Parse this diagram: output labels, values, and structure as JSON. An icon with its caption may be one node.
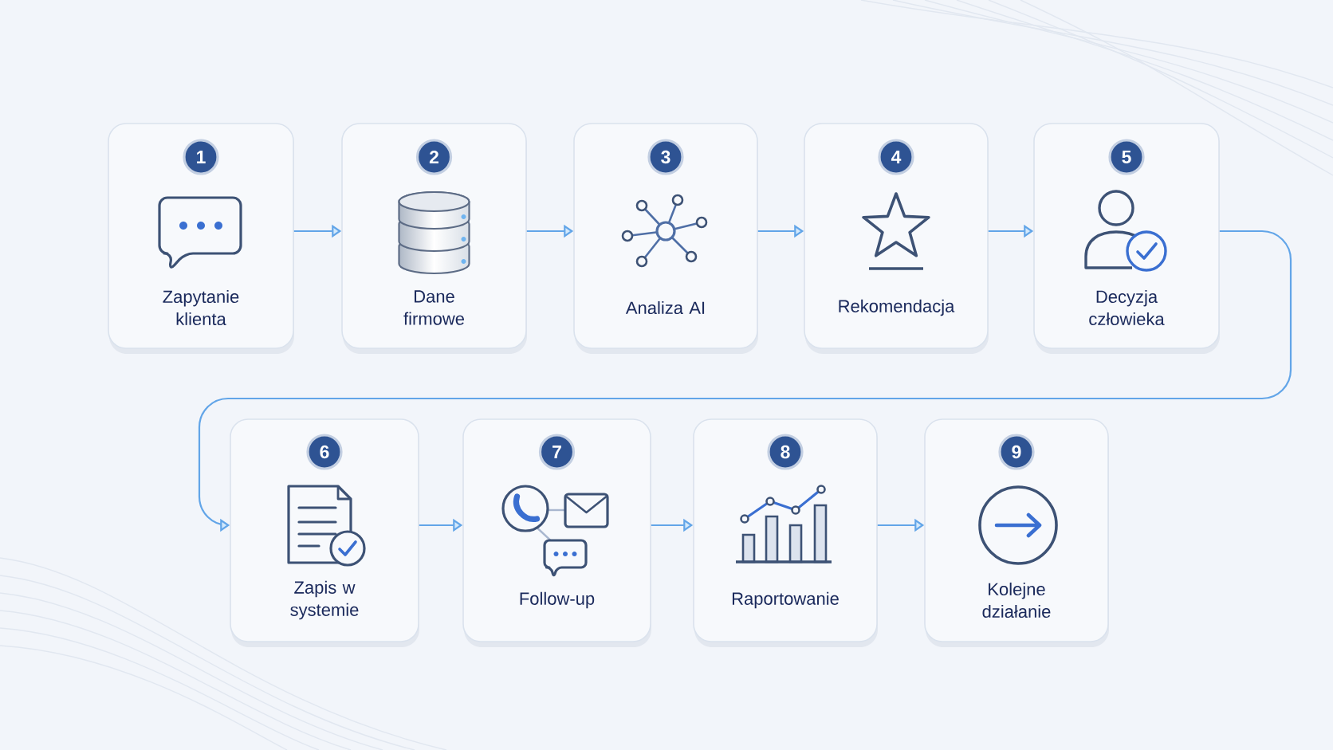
{
  "diagram": {
    "nodes": [
      {
        "text": [
          "1",
          "Zapytanie klienta"
        ]
      },
      {
        "text": [
          "2",
          "Dane firmowe"
        ]
      },
      {
        "text": [
          "3",
          "Analiza AI"
        ]
      },
      {
        "text": [
          "4",
          "Rekomendacja"
        ]
      },
      {
        "text": [
          "5",
          "Decyzja człowieka"
        ]
      },
      {
        "text": [
          "6",
          "Zapis w systemie"
        ]
      },
      {
        "text": [
          "7",
          "Follow-up"
        ]
      },
      {
        "text": [
          "8",
          "Raportowanie"
        ]
      },
      {
        "text": [
          "9",
          "Kolejne działanie"
        ]
      }
    ],
    "edges": [
      {
        "from": 0,
        "to": 1,
        "arrow": "to"
      },
      {
        "from": 1,
        "to": 2,
        "arrow": "to"
      },
      {
        "from": 2,
        "to": 3,
        "arrow": "to"
      },
      {
        "from": 3,
        "to": 4,
        "arrow": "to"
      },
      {
        "from": 4,
        "to": 5,
        "arrow": "to"
      },
      {
        "from": 5,
        "to": 6,
        "arrow": "to"
      },
      {
        "from": 6,
        "to": 7,
        "arrow": "to"
      },
      {
        "from": 7,
        "to": 8,
        "arrow": "to"
      }
    ]
  }
}
